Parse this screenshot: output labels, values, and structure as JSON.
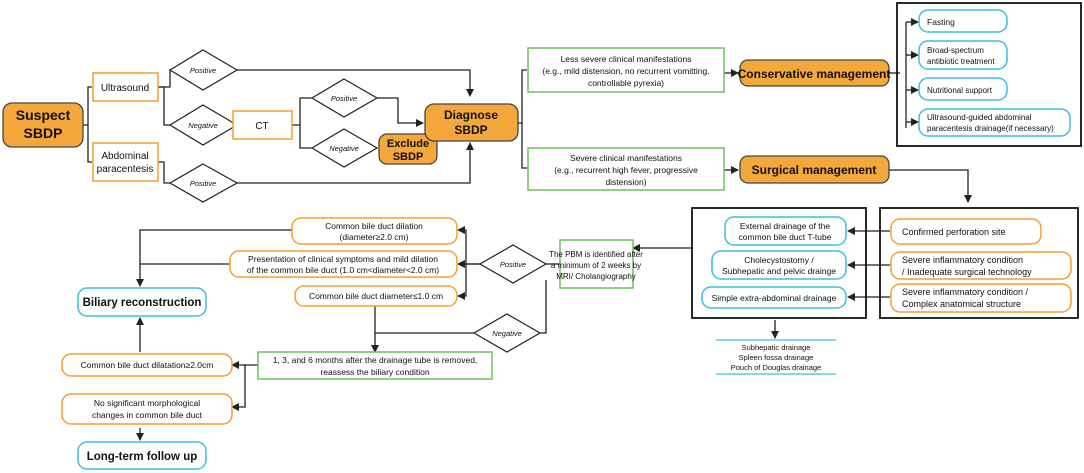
{
  "diagram": {
    "start": {
      "line1": "Suspect",
      "line2": "SBDP"
    },
    "ultrasound": "Ultrasound",
    "abdominal": {
      "line1": "Abdominal",
      "line2": "paracentesis"
    },
    "ct": "CT",
    "positive": "Positive",
    "negative": "Negative",
    "diagnose": {
      "line1": "Diagnose",
      "line2": "SBDP"
    },
    "exclude": {
      "line1": "Exclude",
      "line2": "SBDP"
    },
    "less_severe": {
      "line1": "Less severe clinical manifestations",
      "line2": "(e.g., mild distension, no recurrent vomitting,",
      "line3": "controllable pyrexia)"
    },
    "severe": {
      "line1": "Severe clinical manifestations",
      "line2": "(e.g., recurrent high fever, progressive",
      "line3": "distension)"
    },
    "conservative": "Conservative management",
    "surgical": "Surgical management",
    "conservative_items": {
      "fasting": "Fasting",
      "antibiotic_l1": "Broad-spectrum",
      "antibiotic_l2": "antibiotic treatment",
      "nutrition": "Nutritional support",
      "drainage_l1": "Ultrasound-guided abdominal",
      "drainage_l2": "paracentesis drainage(if necessary)"
    },
    "conditions": {
      "perforation": "Confirmed perforation site",
      "inflam_tech_l1": "Severe inflammatory condition",
      "inflam_tech_l2": "/ Inadequate surgical technology",
      "inflam_anat_l1": "Severe inflammatory condition /",
      "inflam_anat_l2": "Complex anatomical structure"
    },
    "procedures": {
      "external_l1": "External drainage of the",
      "external_l2": "common bile duct T-tube",
      "chole_l1": "Cholecystostomy /",
      "chole_l2": "Subhepatic and pelvic drainge",
      "simple": "Simple extra-abdominal drainage"
    },
    "drainage_sites": {
      "l1": "Subhepatic drainage",
      "l2": "Spleen fossa drainage",
      "l3": "Pouch of Douglas drainage"
    },
    "pbm": {
      "line1": "The PBM is identified after",
      "line2": "a minimum of 2 weeks by",
      "line3": "MRI/ Cholangiography"
    },
    "dilation": {
      "line1": "Common bile duct dilation",
      "line2": "(diameter≥2.0 cm)"
    },
    "presentation": {
      "line1": "Presentation of clinical symptoms and mild dilation",
      "line2": "of the common bile duct (1.0 cm<diameter<2.0 cm)"
    },
    "diameter_small": "Common bile duct diameter≤1.0 cm",
    "reassess": {
      "line1": "1, 3, and 6 months after the drainage tube is removed,",
      "line2": "reassess the biliary condition"
    },
    "dilatation": "Common bile duct dilatation≥2.0cm",
    "no_change": {
      "line1": "No significant morphological",
      "line2": "changes in common bile duct"
    },
    "biliary": "Biliary reconstruction",
    "followup": "Long-term follow up"
  },
  "colors": {
    "orange_fill": "#F4A73A",
    "orange_border": "#F0A030",
    "green_border": "#6FBF5E",
    "cyan_border": "#3EBEDC",
    "line": "#222222"
  }
}
